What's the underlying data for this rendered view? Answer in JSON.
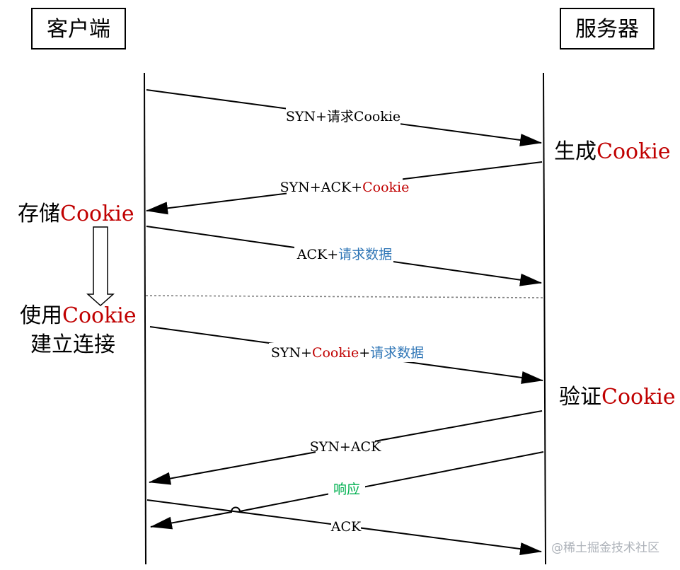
{
  "headers": {
    "client": "客户端",
    "server": "服务器"
  },
  "colors": {
    "black": "#000000",
    "red": "#c00000",
    "blue": "#2e75b6",
    "green": "#00b050",
    "divider": "#7f7f7f",
    "watermark": "#aeb3ba"
  },
  "messages": [
    {
      "id": "m1",
      "parts": [
        {
          "text": "SYN+请求Cookie",
          "color": "black"
        }
      ]
    },
    {
      "id": "m2",
      "parts": [
        {
          "text": "SYN+ACK+",
          "color": "black"
        },
        {
          "text": "Cookie",
          "color": "red"
        }
      ]
    },
    {
      "id": "m3",
      "parts": [
        {
          "text": "ACK+",
          "color": "black"
        },
        {
          "text": "请求数据",
          "color": "blue"
        }
      ]
    },
    {
      "id": "m4",
      "parts": [
        {
          "text": "SYN+",
          "color": "black"
        },
        {
          "text": "Cookie",
          "color": "red"
        },
        {
          "text": "+",
          "color": "black"
        },
        {
          "text": "请求数据",
          "color": "blue"
        }
      ]
    },
    {
      "id": "m5",
      "parts": [
        {
          "text": "SYN+ACK",
          "color": "black"
        }
      ]
    },
    {
      "id": "m6",
      "parts": [
        {
          "text": "响应",
          "color": "green"
        }
      ]
    },
    {
      "id": "m7",
      "parts": [
        {
          "text": "ACK",
          "color": "black"
        }
      ]
    }
  ],
  "notes": {
    "generate": {
      "prefix": "生成",
      "cookie": "Cookie"
    },
    "store": {
      "prefix": "存储",
      "cookie": "Cookie"
    },
    "use": {
      "prefix": "使用",
      "cookie": "Cookie",
      "line2": "建立连接"
    },
    "verify": {
      "prefix": "验证",
      "cookie": "Cookie"
    }
  },
  "watermark": "@稀土掘金技术社区"
}
